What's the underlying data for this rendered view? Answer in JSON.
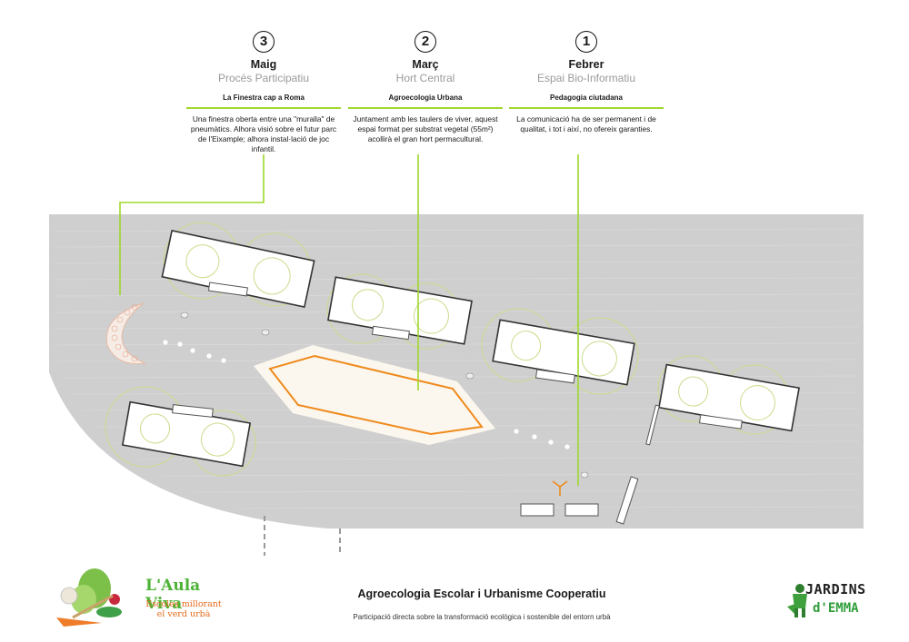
{
  "phases": [
    {
      "number": "3",
      "month": "Maig",
      "subtitle": "Procés Participatiu",
      "title": "La Finestra cap a Roma",
      "desc": "Una finestra oberta entre una \"muralla\" de pneumàtics. Alhora visió sobre el futur parc de l'Eixample; alhora instal·lació de joc infantil."
    },
    {
      "number": "2",
      "month": "Març",
      "subtitle": "Hort Central",
      "title": "Agroecologia Urbana",
      "desc": "Juntament amb les taulers de viver, aquest espai format per substrat vegetal (55m²) acollirà el gran hort permacultural."
    },
    {
      "number": "1",
      "month": "Febrer",
      "subtitle": "Espai Bio-Informatiu",
      "title": "Pedagogia ciutadana",
      "desc": "La comunicació ha de ser permanent i de qualitat, i tot i així, no ofereix garanties."
    }
  ],
  "colors": {
    "accent": "#9fd82a",
    "orange": "#ef8a1c",
    "ground": "#cfcfcf",
    "tree": "#c9dc8a"
  },
  "footer": {
    "title": "Agroecologia Escolar i Urbanisme Cooperatiu",
    "subtitle": "Participació directa sobre la transformació ecològica i sostenible del entorn urbà"
  },
  "logo_left": {
    "brand": "L'Aula Viva",
    "tagline_1": "Escoles millorant",
    "tagline_2": "el verd urbà"
  },
  "logo_right": {
    "line1": "JARDINS",
    "line2": "d'EMMA"
  }
}
